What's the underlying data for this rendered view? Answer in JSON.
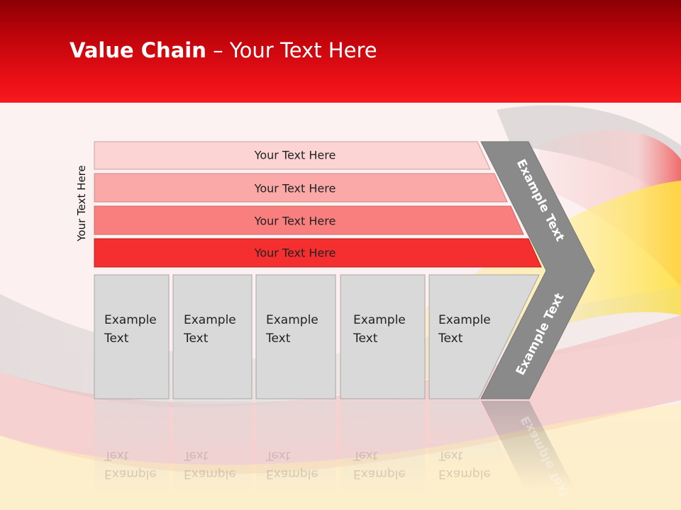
{
  "title": {
    "bold": "Value Chain",
    "rest": " – Your Text Here"
  },
  "side_label": "Your Text Here",
  "tiers": [
    {
      "label": "Your Text Here",
      "color": "#fdd4d4"
    },
    {
      "label": "Your Text Here",
      "color": "#fba8a8"
    },
    {
      "label": "Your Text Here",
      "color": "#f97e7e"
    },
    {
      "label": "Your Text Here",
      "color": "#f52e30"
    }
  ],
  "columns": [
    {
      "line1": "Example",
      "line2": "Text"
    },
    {
      "line1": "Example",
      "line2": "Text"
    },
    {
      "line1": "Example",
      "line2": "Text"
    },
    {
      "line1": "Example",
      "line2": "Text"
    },
    {
      "line1": "Example",
      "line2": "Text"
    }
  ],
  "chevron": {
    "upper": "Example Text",
    "lower": "Example Text",
    "color": "#8a8a8a"
  },
  "colors": {
    "header": "#e0080e",
    "column_fill": "#d9d9d9"
  }
}
